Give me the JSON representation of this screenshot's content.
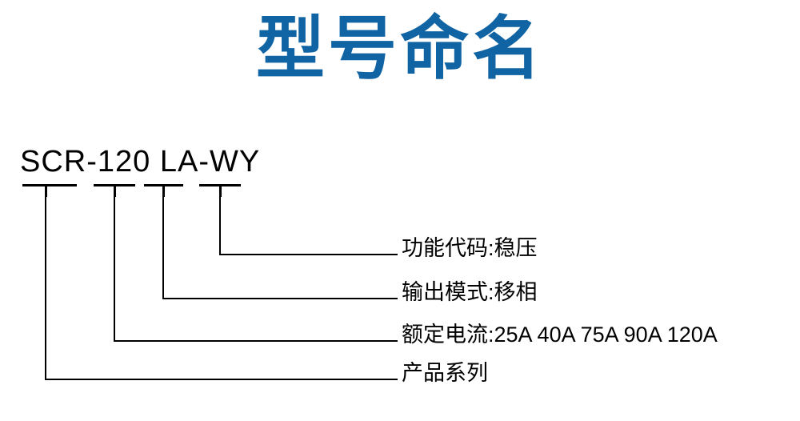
{
  "page": {
    "title": "型号命名",
    "title_color": "#1164a4",
    "background": "#ffffff",
    "line_color": "#000000"
  },
  "model": {
    "code": "SCR-120 LA-WY"
  },
  "callouts": [
    {
      "key": "function-code",
      "label": "功能代码:稳压",
      "segment": "WY",
      "tick_index": 4
    },
    {
      "key": "output-mode",
      "label": "输出模式:移相",
      "segment": "LA",
      "tick_index": 3
    },
    {
      "key": "rated-current",
      "label": "额定电流:25A 40A 75A 90A 120A",
      "segment": "120",
      "tick_index": 2,
      "values": [
        "25A",
        "40A",
        "75A",
        "90A",
        "120A"
      ]
    },
    {
      "key": "product-series",
      "label": "产品系列",
      "segment": "SCR",
      "tick_index": 1
    }
  ]
}
